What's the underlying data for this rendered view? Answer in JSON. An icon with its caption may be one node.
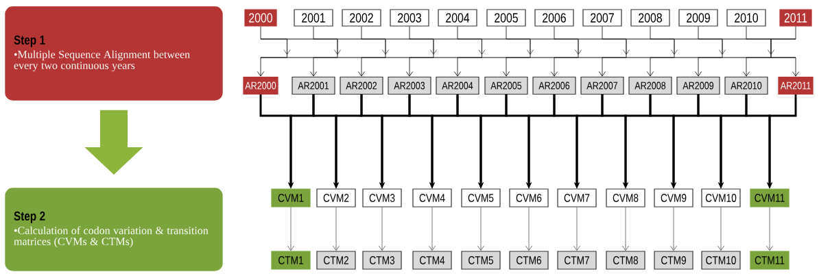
{
  "diagram": {
    "nodes": [
      {
        "text": [
          "Step 1",
          "•Multiple Sequence  Alignment between every two  continuous years"
        ]
      },
      {
        "text": [
          "Step 2",
          "•Calculation of codon variation & transition matrices (CVMs & CTMs)"
        ]
      },
      {
        "text": [
          "2000"
        ]
      },
      {
        "text": [
          "2001"
        ]
      },
      {
        "text": [
          "2002"
        ]
      },
      {
        "text": [
          "2003"
        ]
      },
      {
        "text": [
          "2004"
        ]
      },
      {
        "text": [
          "2005"
        ]
      },
      {
        "text": [
          "2006"
        ]
      },
      {
        "text": [
          "2007"
        ]
      },
      {
        "text": [
          "2008"
        ]
      },
      {
        "text": [
          "2009"
        ]
      },
      {
        "text": [
          "2010"
        ]
      },
      {
        "text": [
          "2011"
        ]
      },
      {
        "text": [
          "AR2000"
        ]
      },
      {
        "text": [
          "AR2001"
        ]
      },
      {
        "text": [
          "AR2002"
        ]
      },
      {
        "text": [
          "AR2003"
        ]
      },
      {
        "text": [
          "AR2004"
        ]
      },
      {
        "text": [
          "AR2005"
        ]
      },
      {
        "text": [
          "AR2006"
        ]
      },
      {
        "text": [
          "AR2007"
        ]
      },
      {
        "text": [
          "AR2008"
        ]
      },
      {
        "text": [
          "AR2009"
        ]
      },
      {
        "text": [
          "AR2010"
        ]
      },
      {
        "text": [
          "AR2011"
        ]
      },
      {
        "text": [
          "CVM1"
        ]
      },
      {
        "text": [
          "CVM2"
        ]
      },
      {
        "text": [
          "CVM3"
        ]
      },
      {
        "text": [
          "CVM4"
        ]
      },
      {
        "text": [
          "CVM5"
        ]
      },
      {
        "text": [
          "CVM6"
        ]
      },
      {
        "text": [
          "CVM7"
        ]
      },
      {
        "text": [
          "CVM8"
        ]
      },
      {
        "text": [
          "CVM9"
        ]
      },
      {
        "text": [
          "CVM10"
        ]
      },
      {
        "text": [
          "CVM11"
        ]
      },
      {
        "text": [
          "CTM1"
        ]
      },
      {
        "text": [
          "CTM2"
        ]
      },
      {
        "text": [
          "CTM3"
        ]
      },
      {
        "text": [
          "CTM4"
        ]
      },
      {
        "text": [
          "CTM5"
        ]
      },
      {
        "text": [
          "CTM6"
        ]
      },
      {
        "text": [
          "CTM7"
        ]
      },
      {
        "text": [
          "CTM8"
        ]
      },
      {
        "text": [
          "CTM9"
        ]
      },
      {
        "text": [
          "CTM10"
        ]
      },
      {
        "text": [
          "CTM11"
        ]
      }
    ],
    "edges": [
      {
        "from": 0,
        "to": 1,
        "arrow": "to",
        "style": "thick",
        "color": "#8db53c"
      },
      {
        "from": 2,
        "to": 14,
        "arrow": "to"
      },
      {
        "from": 3,
        "to": 15,
        "arrow": "to"
      },
      {
        "from": 4,
        "to": 16,
        "arrow": "to"
      },
      {
        "from": 5,
        "to": 17,
        "arrow": "to"
      },
      {
        "from": 6,
        "to": 18,
        "arrow": "to"
      },
      {
        "from": 7,
        "to": 19,
        "arrow": "to"
      },
      {
        "from": 8,
        "to": 20,
        "arrow": "to"
      },
      {
        "from": 9,
        "to": 21,
        "arrow": "to"
      },
      {
        "from": 10,
        "to": 22,
        "arrow": "to"
      },
      {
        "from": 11,
        "to": 23,
        "arrow": "to"
      },
      {
        "from": 12,
        "to": 24,
        "arrow": "to"
      },
      {
        "from": 13,
        "to": 25,
        "arrow": "to"
      },
      {
        "from": 14,
        "to": 26,
        "arrow": "to",
        "style": "thick"
      },
      {
        "from": 15,
        "to": 26,
        "arrow": "to",
        "style": "thick"
      },
      {
        "from": 15,
        "to": 27,
        "arrow": "to",
        "style": "thick"
      },
      {
        "from": 16,
        "to": 27,
        "arrow": "to",
        "style": "thick"
      },
      {
        "from": 16,
        "to": 28,
        "arrow": "to",
        "style": "thick"
      },
      {
        "from": 17,
        "to": 28,
        "arrow": "to",
        "style": "thick"
      },
      {
        "from": 17,
        "to": 29,
        "arrow": "to",
        "style": "thick"
      },
      {
        "from": 18,
        "to": 29,
        "arrow": "to",
        "style": "thick"
      },
      {
        "from": 18,
        "to": 30,
        "arrow": "to",
        "style": "thick"
      },
      {
        "from": 19,
        "to": 30,
        "arrow": "to",
        "style": "thick"
      },
      {
        "from": 19,
        "to": 31,
        "arrow": "to",
        "style": "thick"
      },
      {
        "from": 20,
        "to": 31,
        "arrow": "to",
        "style": "thick"
      },
      {
        "from": 20,
        "to": 32,
        "arrow": "to",
        "style": "thick"
      },
      {
        "from": 21,
        "to": 32,
        "arrow": "to",
        "style": "thick"
      },
      {
        "from": 21,
        "to": 33,
        "arrow": "to",
        "style": "thick"
      },
      {
        "from": 22,
        "to": 33,
        "arrow": "to",
        "style": "thick"
      },
      {
        "from": 22,
        "to": 34,
        "arrow": "to",
        "style": "thick"
      },
      {
        "from": 23,
        "to": 34,
        "arrow": "to",
        "style": "thick"
      },
      {
        "from": 23,
        "to": 35,
        "arrow": "to",
        "style": "thick"
      },
      {
        "from": 24,
        "to": 35,
        "arrow": "to",
        "style": "thick"
      },
      {
        "from": 24,
        "to": 36,
        "arrow": "to",
        "style": "thick"
      },
      {
        "from": 25,
        "to": 36,
        "arrow": "to",
        "style": "thick"
      },
      {
        "from": 26,
        "to": 37,
        "arrow": "to",
        "color": "#555555"
      },
      {
        "from": 27,
        "to": 38,
        "arrow": "to",
        "color": "#555555"
      },
      {
        "from": 28,
        "to": 39,
        "arrow": "to",
        "color": "#555555"
      },
      {
        "from": 29,
        "to": 40,
        "arrow": "to",
        "color": "#555555"
      },
      {
        "from": 30,
        "to": 41,
        "arrow": "to",
        "color": "#555555"
      },
      {
        "from": 31,
        "to": 42,
        "arrow": "to",
        "color": "#555555"
      },
      {
        "from": 32,
        "to": 43,
        "arrow": "to",
        "color": "#555555"
      },
      {
        "from": 33,
        "to": 44,
        "arrow": "to",
        "color": "#555555"
      },
      {
        "from": 34,
        "to": 45,
        "arrow": "to",
        "color": "#555555"
      },
      {
        "from": 35,
        "to": 46,
        "arrow": "to",
        "color": "#555555"
      },
      {
        "from": 36,
        "to": 47,
        "arrow": "to",
        "color": "#555555"
      }
    ]
  }
}
